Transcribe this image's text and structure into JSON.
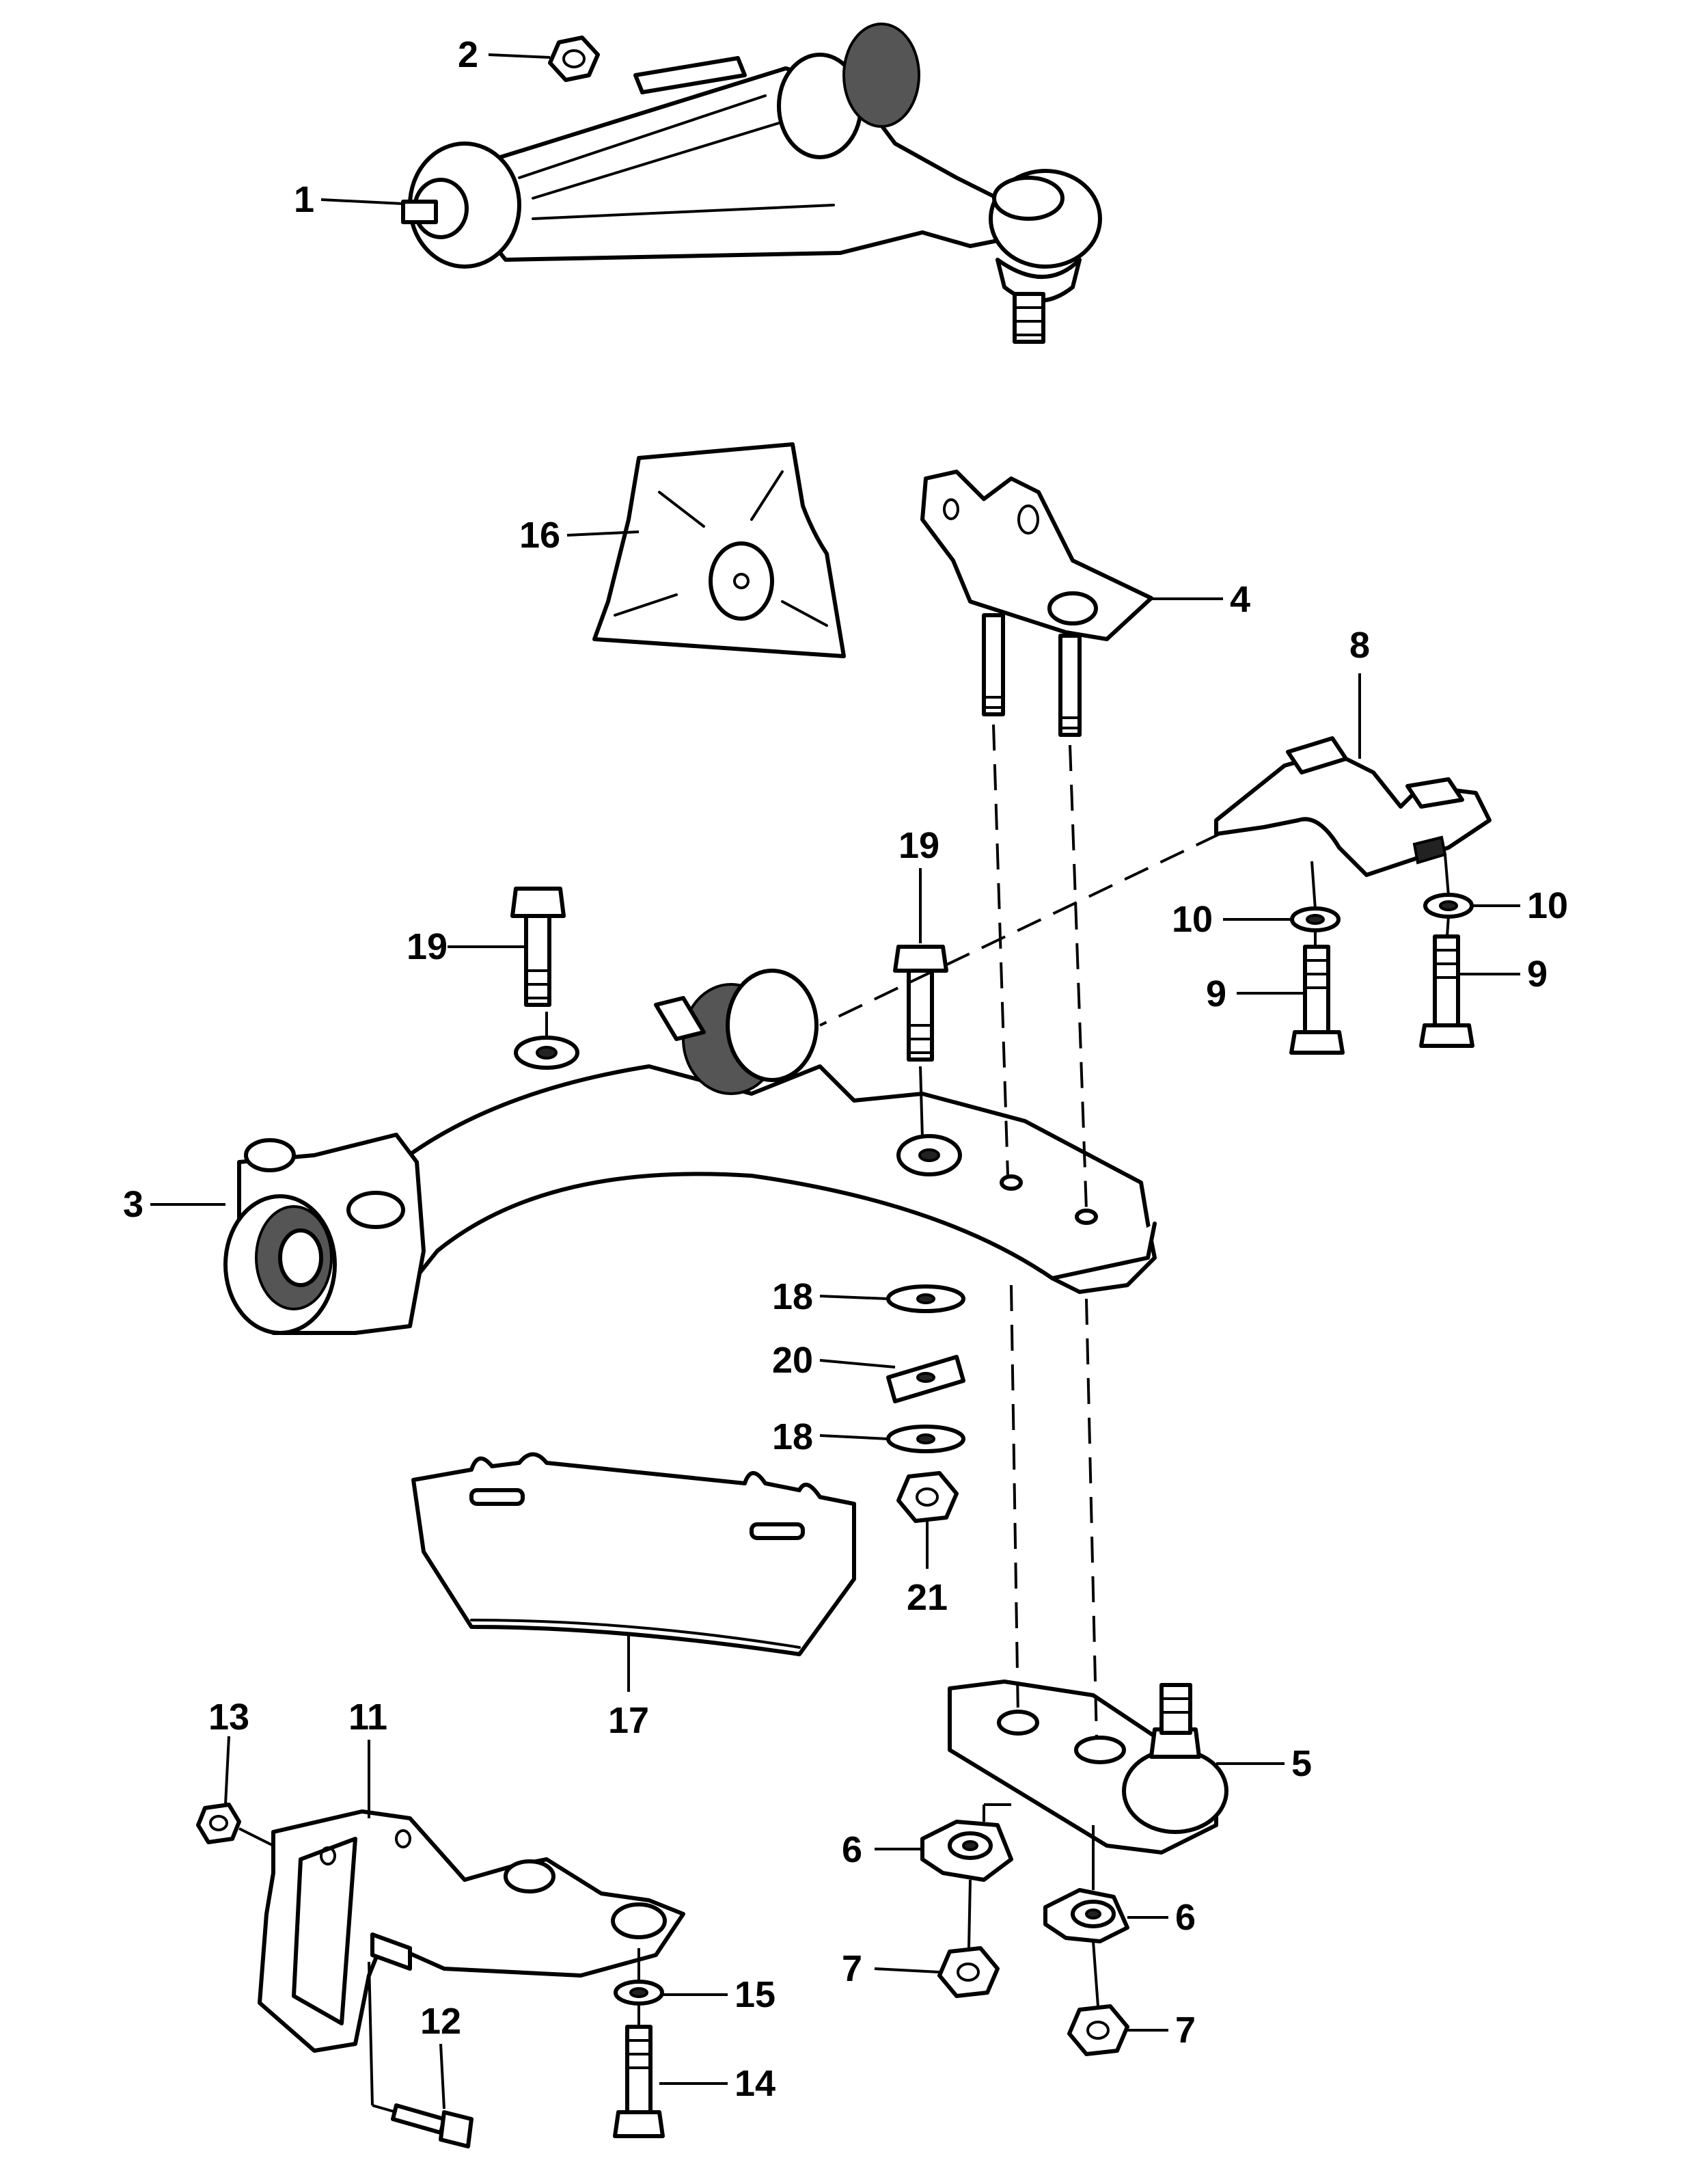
{
  "diagram": {
    "callouts": [
      {
        "id": "c1",
        "label": "1"
      },
      {
        "id": "c2",
        "label": "2"
      },
      {
        "id": "c3",
        "label": "3"
      },
      {
        "id": "c4",
        "label": "4"
      },
      {
        "id": "c5",
        "label": "5"
      },
      {
        "id": "c6a",
        "label": "6"
      },
      {
        "id": "c6b",
        "label": "6"
      },
      {
        "id": "c7a",
        "label": "7"
      },
      {
        "id": "c7b",
        "label": "7"
      },
      {
        "id": "c8",
        "label": "8"
      },
      {
        "id": "c9a",
        "label": "9"
      },
      {
        "id": "c9b",
        "label": "9"
      },
      {
        "id": "c10a",
        "label": "10"
      },
      {
        "id": "c10b",
        "label": "10"
      },
      {
        "id": "c11",
        "label": "11"
      },
      {
        "id": "c12",
        "label": "12"
      },
      {
        "id": "c13",
        "label": "13"
      },
      {
        "id": "c14",
        "label": "14"
      },
      {
        "id": "c15",
        "label": "15"
      },
      {
        "id": "c16",
        "label": "16"
      },
      {
        "id": "c17",
        "label": "17"
      },
      {
        "id": "c18a",
        "label": "18"
      },
      {
        "id": "c18b",
        "label": "18"
      },
      {
        "id": "c19a",
        "label": "19"
      },
      {
        "id": "c19b",
        "label": "19"
      },
      {
        "id": "c20",
        "label": "20"
      },
      {
        "id": "c21",
        "label": "21"
      }
    ]
  }
}
